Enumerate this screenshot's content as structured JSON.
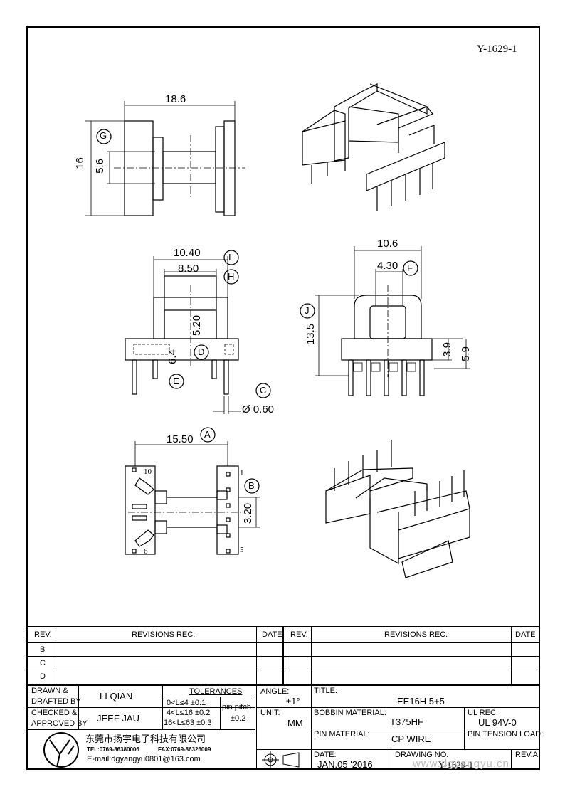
{
  "drawing_code": "Y-1629-1",
  "dimensions": {
    "side_width": "18.6",
    "side_height": "16",
    "side_inner": "5.6",
    "tag_g": "G",
    "front_outer": "10.40",
    "front_inner": "8.50",
    "front_mid": "5.20",
    "front_low": "6.4",
    "tag_i": "I",
    "tag_h": "H",
    "tag_d": "D",
    "tag_e": "E",
    "tag_c": "C",
    "pin_dia": "Ø 0.60",
    "end_width": "10.6",
    "end_slot": "4.30",
    "end_height": "13.5",
    "end_flange": "3.9",
    "end_flange2": "5.9",
    "tag_f": "F",
    "tag_j": "J",
    "bottom_width": "15.50",
    "bottom_pitch": "3.20",
    "tag_a": "A",
    "tag_b": "B",
    "pin_10": "10",
    "pin_1": "1",
    "pin_6": "6",
    "pin_5": "5"
  },
  "revisions": {
    "headers": {
      "rev": "REV.",
      "rec": "REVISIONS   REC.",
      "date": "DATE"
    },
    "rows": [
      "B",
      "C",
      "D"
    ]
  },
  "title_block": {
    "drawn_by_label1": "DRAWN &",
    "drawn_by_label2": "DRAFTED BY",
    "drawn_by": "LI QIAN",
    "checked_label1": "CHECKED &",
    "checked_label2": "APPROVED BY",
    "checked_by": "JEEF JAU",
    "tolerances_label": "TOLERANCES",
    "tol_1": "0<L≤4   ±0.1",
    "tol_2": "4<L≤16  ±0.2",
    "tol_3": "16<L≤63  ±0.3",
    "pin_pitch_label": "pin pitch",
    "pin_pitch_value": "±0.2",
    "angle_label": "ANGLE:",
    "angle_value": "±1°",
    "unit_label": "UNIT:",
    "unit_value": "MM",
    "title_label": "TITLE:",
    "title_value": "EE16H  5+5",
    "bobbin_label": "BOBBIN MATERIAL:",
    "bobbin_value": "T375HF",
    "ul_label": "UL REC.",
    "ul_value": "UL 94V-0",
    "pin_material_label": "PIN MATERIAL:",
    "pin_material_value": "CP WIRE",
    "pin_tension_label": "PIN TENSION LOAD:",
    "date_label": "DATE:",
    "date_value": "JAN.05 '2016",
    "drawing_no_label": "DRAWING NO.",
    "drawing_no_value": "Y-1629-1",
    "rev_label": "REV.A",
    "company_name": "东莞市扬宇电子科技有限公司",
    "company_tel": "TEL:0769-86380006",
    "company_fax": "FAX:0769-86326009",
    "company_email": "E-mail:dgyangyu0801@163.com",
    "website": "www.dgyangyu.cn"
  }
}
